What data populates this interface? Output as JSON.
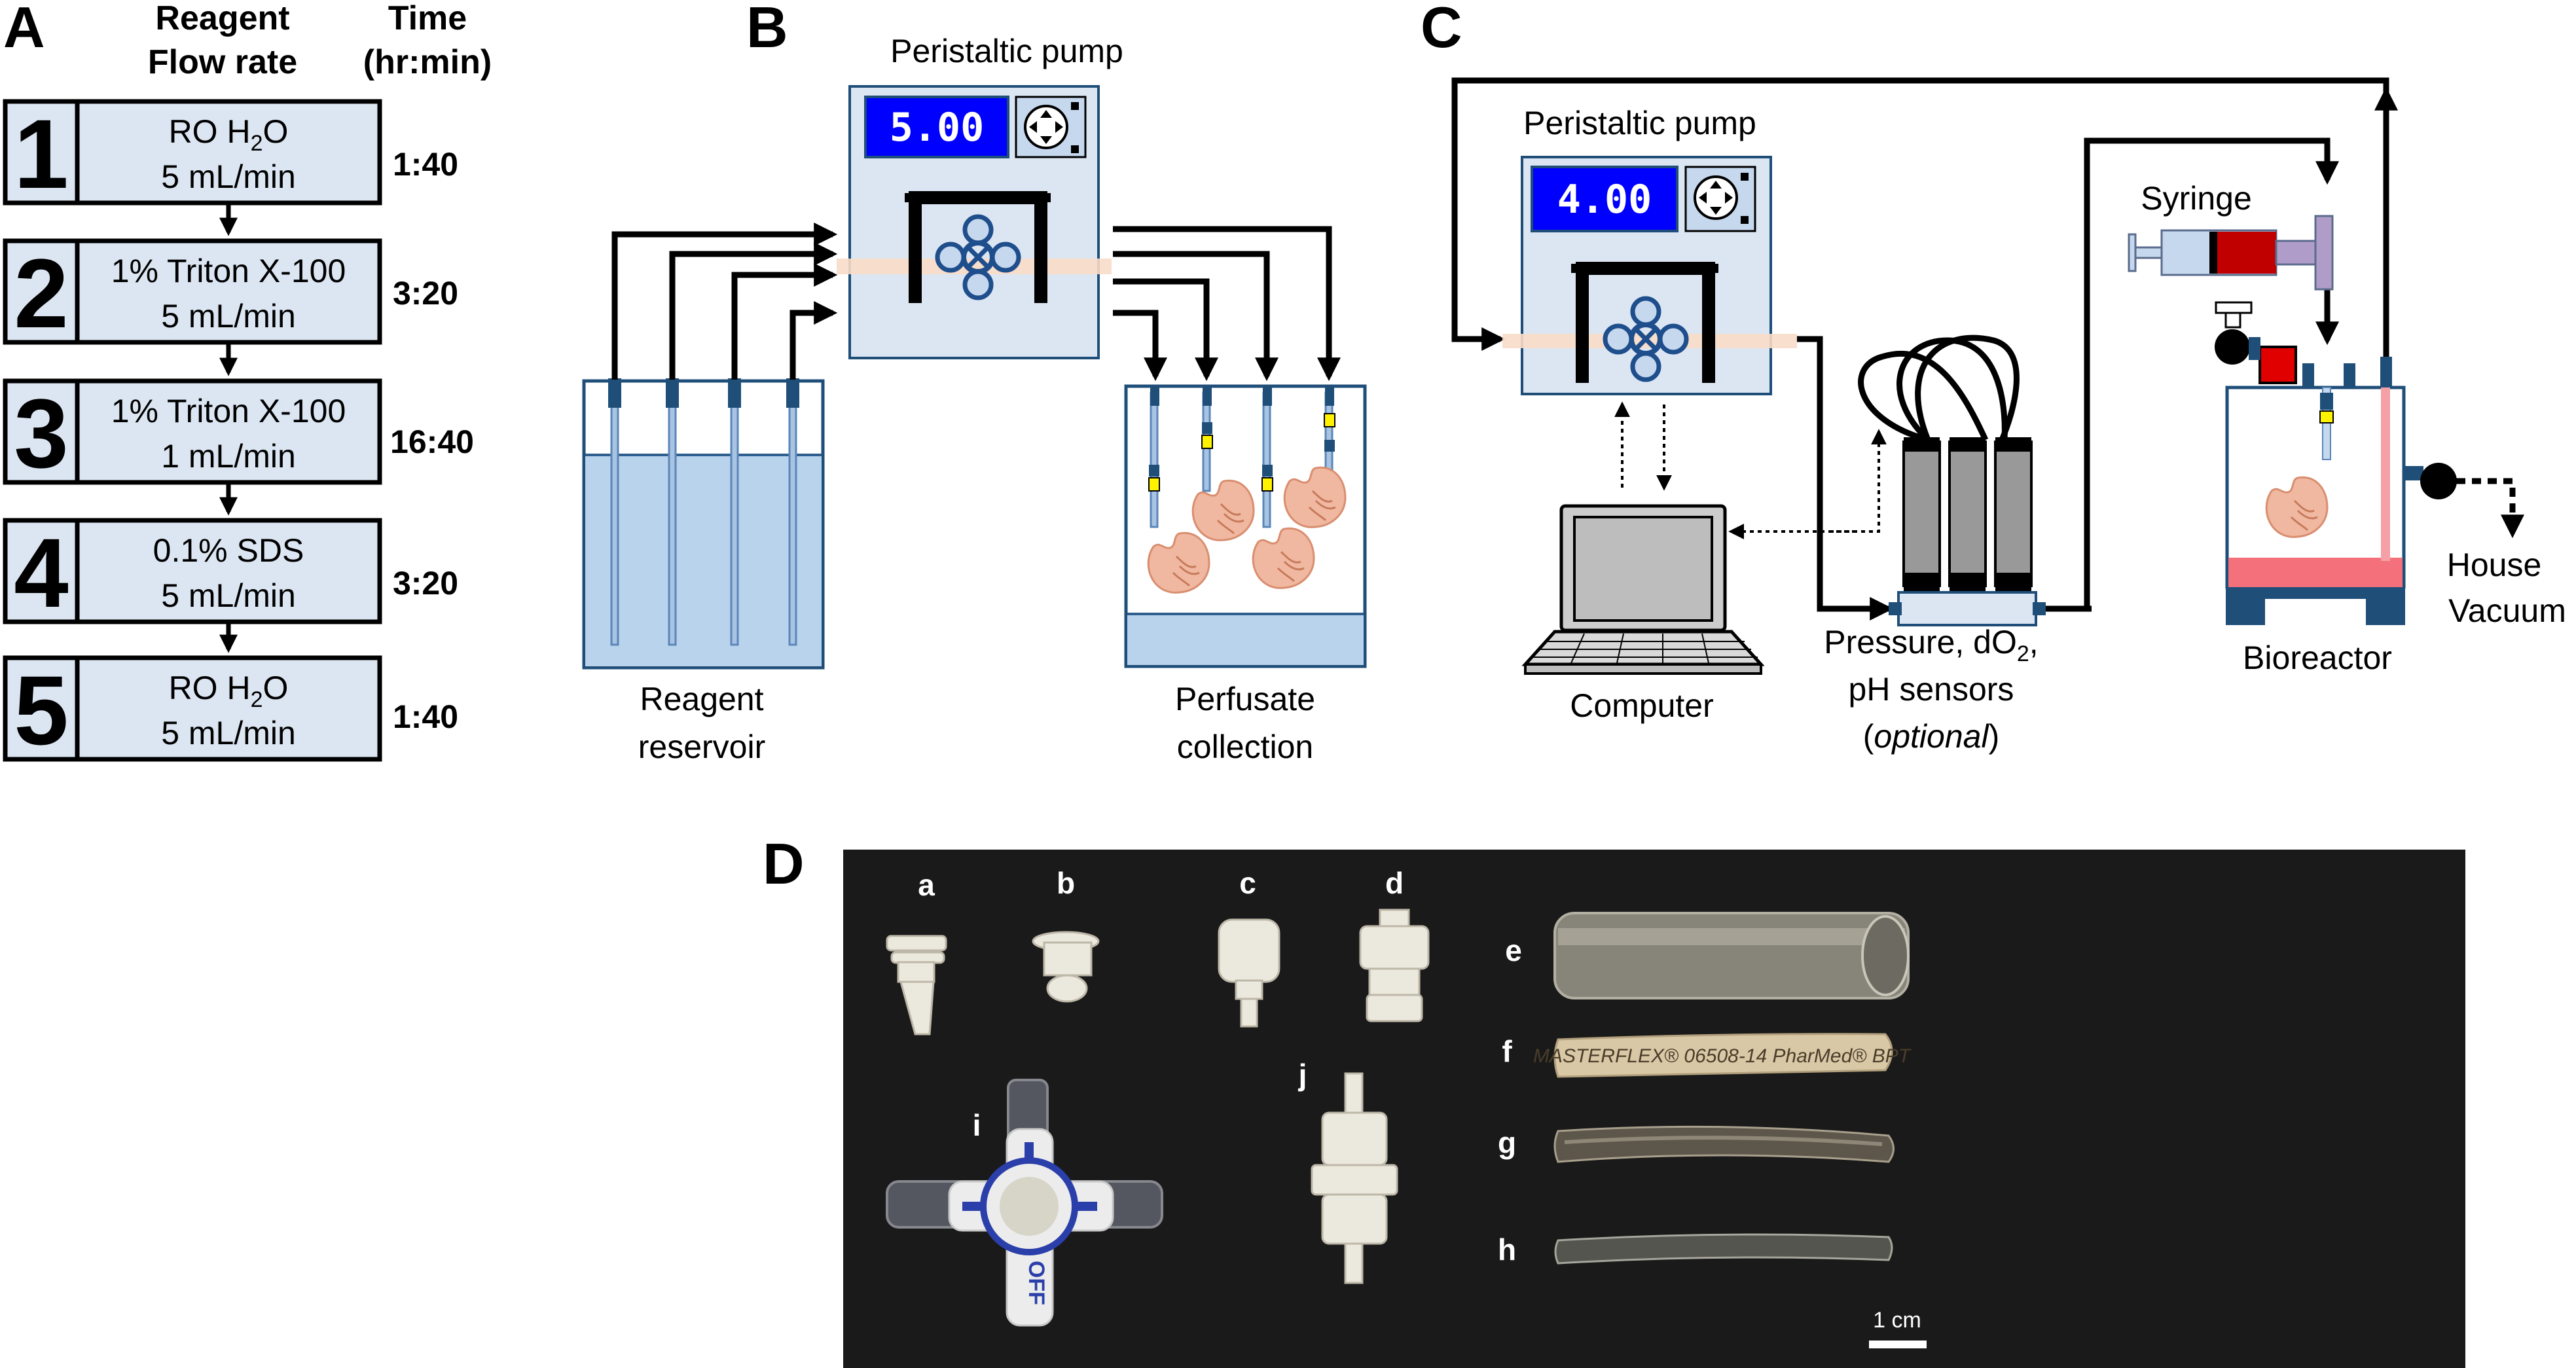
{
  "panelA": {
    "letter": "A",
    "header_reagent_1": "Reagent",
    "header_reagent_2": "Flow rate",
    "header_time_1": "Time",
    "header_time_2": "(hr:min)",
    "steps": [
      {
        "num": "1",
        "reagent": "RO H",
        "sub": "2",
        "post": "O",
        "flow": "5 mL/min",
        "time": "1:40"
      },
      {
        "num": "2",
        "reagent": "1% Triton X-100",
        "sub": "",
        "post": "",
        "flow": "5 mL/min",
        "time": "3:20"
      },
      {
        "num": "3",
        "reagent": "1% Triton X-100",
        "sub": "",
        "post": "",
        "flow": "1 mL/min",
        "time": "16:40"
      },
      {
        "num": "4",
        "reagent": "0.1% SDS",
        "sub": "",
        "post": "",
        "flow": "5 mL/min",
        "time": "3:20"
      },
      {
        "num": "5",
        "reagent": "RO H",
        "sub": "2",
        "post": "O",
        "flow": "5 mL/min",
        "time": "1:40"
      }
    ]
  },
  "panelB": {
    "letter": "B",
    "pump_title": "Peristaltic pump",
    "pump_display": "5.00",
    "reservoir_1": "Reagent",
    "reservoir_2": "reservoir",
    "collection_1": "Perfusate",
    "collection_2": "collection"
  },
  "panelC": {
    "letter": "C",
    "pump_title": "Peristaltic pump",
    "pump_display": "4.00",
    "computer": "Computer",
    "sensors_1a": "Pressure, dO",
    "sensors_1sub": "2",
    "sensors_1b": ",",
    "sensors_2": "pH sensors",
    "sensors_3a": "(",
    "sensors_3b": "optional",
    "sensors_3c": ")",
    "syringe": "Syringe",
    "bioreactor": "Bioreactor",
    "vacuum_1": "House",
    "vacuum_2": "Vacuum"
  },
  "panelD": {
    "letter": "D",
    "labels": [
      "a",
      "b",
      "c",
      "d",
      "e",
      "f",
      "g",
      "h",
      "i",
      "j"
    ],
    "tube_print": "MASTERFLEX® 06508-14 PharMed® BPT",
    "scale": "1 cm"
  },
  "colors": {
    "box_fill": "#dce6f2",
    "reservoir_fill": "#b9d3ec",
    "pump_display_bg": "#0000ff",
    "tube_color": "#f5d5c0",
    "tissue_color": "#f0b8a0",
    "photo_bg": "#1a1a1a",
    "bioreactor_red": "#f4707a",
    "dark_blue": "#1f4e79"
  }
}
